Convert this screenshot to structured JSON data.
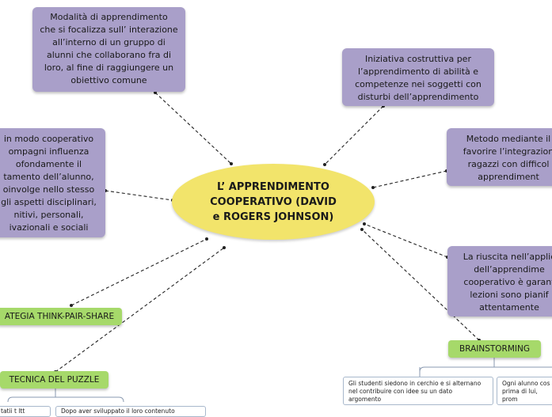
{
  "central": {
    "label": "L’ APPRENDIMENTO\nCOOPERATIVO (DAVID\ne ROGERS JOHNSON)"
  },
  "topics": {
    "top_left": "Modalità di apprendimento\nche si focalizza sull’ interazione\nall’interno di un gruppo di\nalunni che collaborano fra di\nloro, al fine di raggiungere un\nobiettivo comune",
    "top_right": "Iniziativa costruttiva per\nl’apprendimento di abilità e\ncompetenze nei soggetti con\ndisturbi dell’apprendimento",
    "mid_left": "in modo  cooperativo\nompagni influenza\nofondamente il\ntamento dell’alunno,\noinvolge nello stesso\ngli aspetti disciplinari,\nnitivi, personali,\nivazionali e sociali",
    "mid_right": "Metodo mediante il\nfavorire l’integrazion\nragazzi con difficol\napprendiment",
    "low_right": "La riuscita nell’applic\ndell’apprendime\ncooperativo è garant\nlezioni sono pianif\nattentamente"
  },
  "strategies": {
    "think_pair_share": "ATEGIA THINK-PAIR-SHARE",
    "puzzle": "TECNICA DEL PUZZLE",
    "brainstorming": "BRAINSTORMING"
  },
  "notes": {
    "brain_1": "Gli studenti siedono in cerchio e si alternano\nnel contribuire con idee su un dato\nargomento",
    "brain_2": "Ogni alunno cos\nprima di lui, prom\ncollaborazione",
    "puzzle_1": "tatii t ltt",
    "puzzle_2": "Dopo aver sviluppato il loro contenuto"
  },
  "colors": {
    "topic": "#a99fc9",
    "central": "#f2e46b",
    "strategy": "#a6d96a",
    "connector": "#222222",
    "note_border": "#a8b8cc"
  }
}
